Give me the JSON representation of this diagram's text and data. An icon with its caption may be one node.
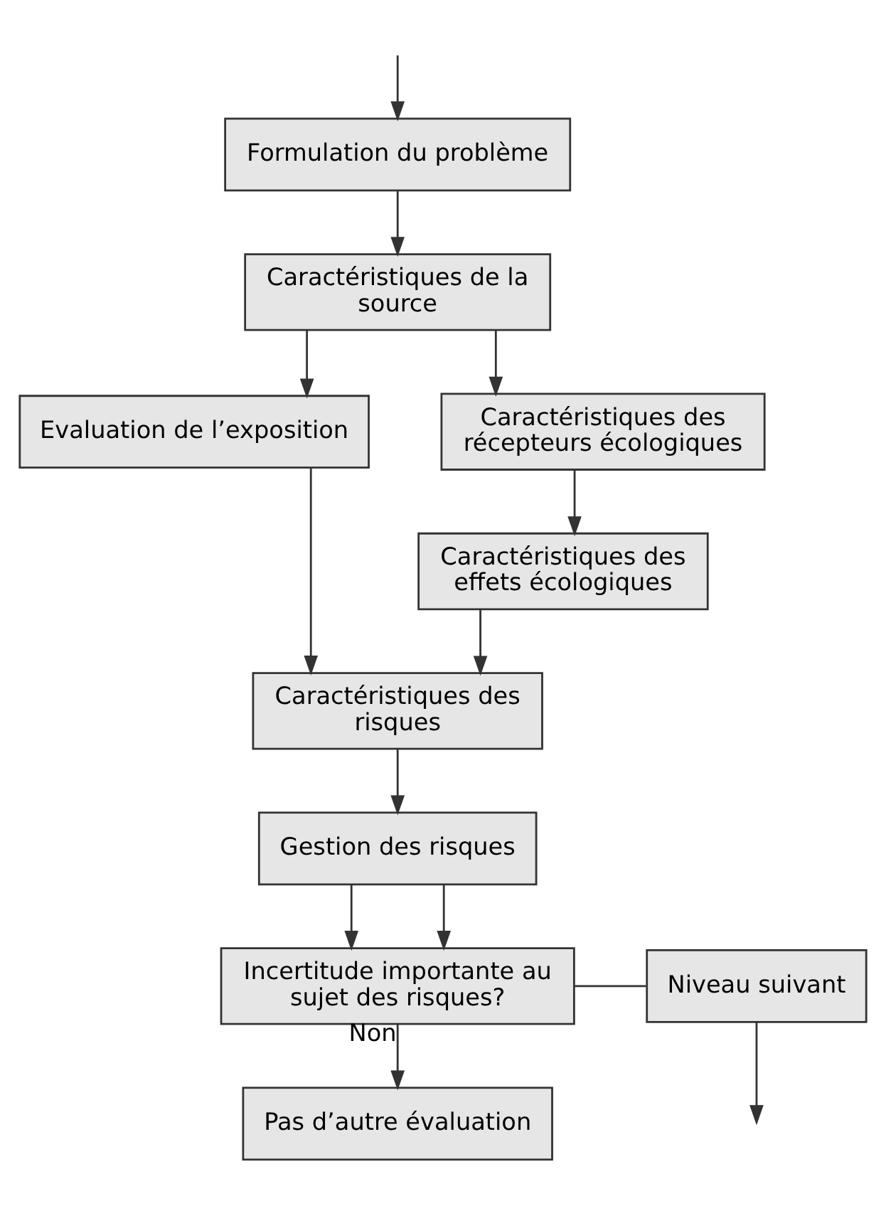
{
  "diagram": {
    "nodes": [
      {
        "text": [
          "Formulation du problème"
        ]
      },
      {
        "text": [
          "Caractéristiques de la source"
        ]
      },
      {
        "text": [
          "Evaluation de l’exposition"
        ]
      },
      {
        "text": [
          "Caractéristiques des récepteurs écologiques"
        ]
      },
      {
        "text": [
          "Caractéristiques des effets écologiques"
        ]
      },
      {
        "text": [
          "Caractéristiques des risques"
        ]
      },
      {
        "text": [
          "Gestion des risques"
        ]
      },
      {
        "text": [
          "Incertitude importante au sujet des risques?"
        ]
      },
      {
        "text": [
          "Niveau suivant"
        ]
      },
      {
        "text": [
          "Pas d’autre évaluation"
        ]
      }
    ],
    "edges": [
      {
        "from": null,
        "to": 0,
        "arrow": "to"
      },
      {
        "from": 0,
        "to": 1,
        "arrow": "to"
      },
      {
        "from": 1,
        "to": 2,
        "arrow": "to"
      },
      {
        "from": 1,
        "to": 3,
        "arrow": "to"
      },
      {
        "from": 3,
        "to": 4,
        "arrow": "to"
      },
      {
        "from": 2,
        "to": 5,
        "arrow": "to"
      },
      {
        "from": 4,
        "to": 5,
        "arrow": "to"
      },
      {
        "from": 5,
        "to": 6,
        "arrow": "to"
      },
      {
        "from": 6,
        "to": 7,
        "arrow": "to"
      },
      {
        "from": 6,
        "to": 7,
        "arrow": "to"
      },
      {
        "from": 7,
        "to": 8,
        "arrow": "none"
      },
      {
        "from": 8,
        "to": null,
        "arrow": "to"
      },
      {
        "from": 7,
        "to": 9,
        "arrow": "to",
        "label": "Non"
      }
    ]
  }
}
